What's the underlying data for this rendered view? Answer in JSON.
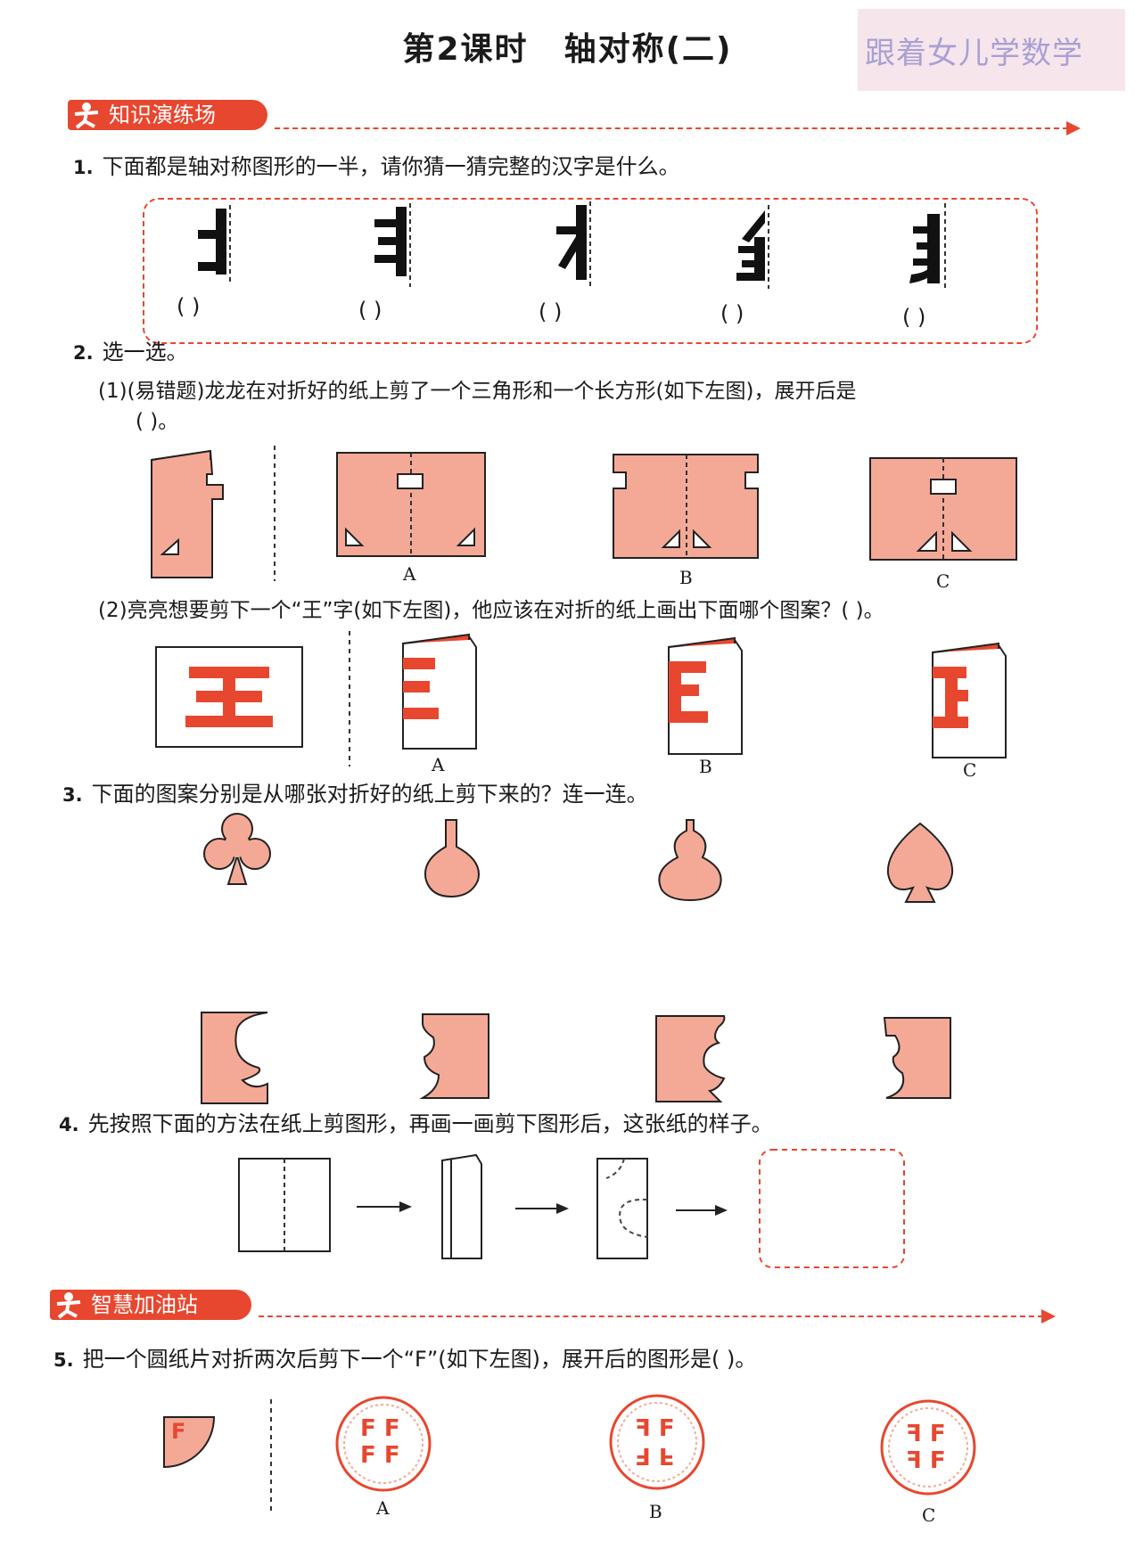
{
  "title": {
    "part1": "第2课时",
    "part2": "轴对称(二)"
  },
  "watermark": "跟着女儿学数学",
  "sections": {
    "practice": "知识演练场",
    "boost": "智慧加油站"
  },
  "q1": {
    "num": "1.",
    "text": "下面都是轴对称图形的一半，请你猜一猜完整的汉字是什么。",
    "blanks": [
      "(        )",
      "(        )",
      "(        )",
      "(        )",
      "(        )"
    ]
  },
  "q2": {
    "num": "2.",
    "text": "选一选。",
    "p1": "(1)(易错题)龙龙在对折好的纸上剪了一个三角形和一个长方形(如下左图)，展开后是",
    "p1b": "(        )。",
    "p1_options": [
      "A",
      "B",
      "C"
    ],
    "p2": "(2)亮亮想要剪下一个“王”字(如下左图)，他应该在对折的纸上画出下面哪个图案？(        )。",
    "p2_char": "王",
    "p2_options": [
      "A",
      "B",
      "C"
    ]
  },
  "q3": {
    "num": "3.",
    "text": "下面的图案分别是从哪张对折好的纸上剪下来的？连一连。"
  },
  "q4": {
    "num": "4.",
    "text": "先按照下面的方法在纸上剪图形，再画一画剪下图形后，这张纸的样子。"
  },
  "q5": {
    "num": "5.",
    "text": "把一个圆纸片对折两次后剪下一个“F”(如下左图)，展开后的图形是(        )。",
    "small_f": "F",
    "options": [
      "A",
      "B",
      "C"
    ]
  },
  "colors": {
    "accent": "#e8472f",
    "paper": "#f4a997"
  }
}
